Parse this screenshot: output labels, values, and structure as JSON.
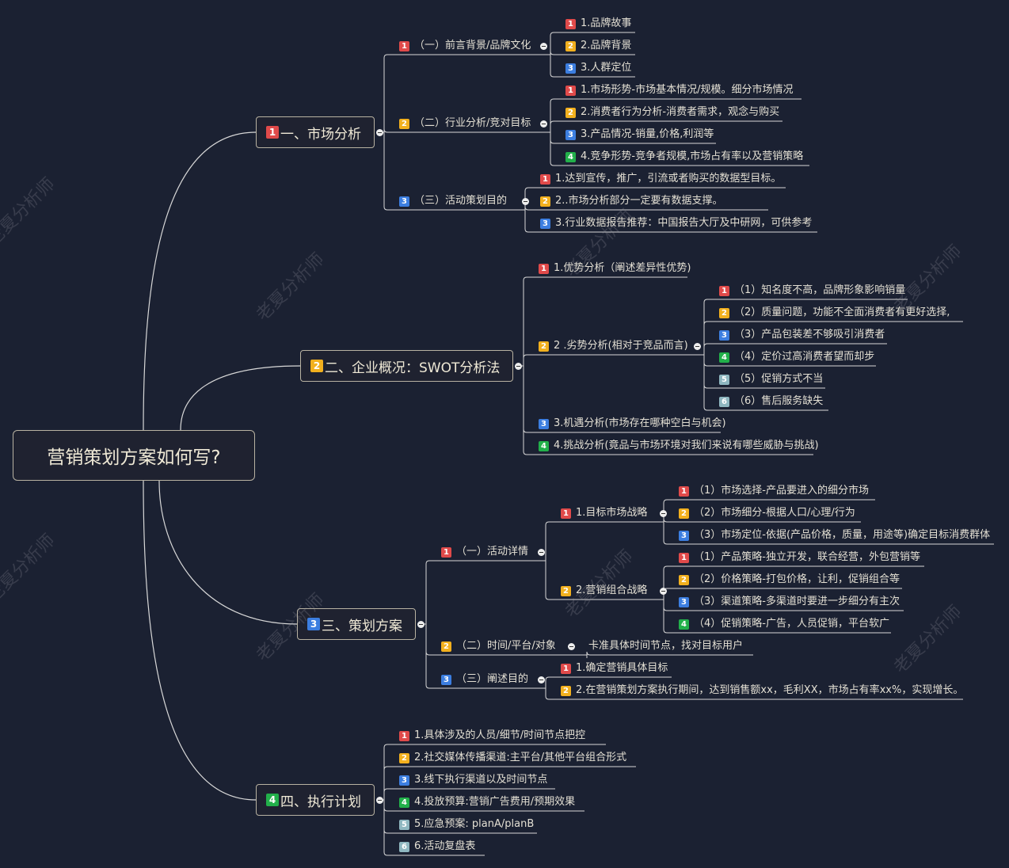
{
  "root": {
    "text": "营销策划方案如何写?"
  },
  "badge_colors": {
    "1": "#e04a4a",
    "2": "#f2b01e",
    "3": "#3c7ee0",
    "4": "#22b04a",
    "5": "#8fb7c0",
    "6": "#8fb7c0"
  },
  "line_color": "#d8d8d8",
  "watermark": "老夏分析师",
  "sections": [
    {
      "badge": "1",
      "text": "一、市场分析",
      "children": [
        {
          "badge": "1",
          "text": "（一）前言背景/品牌文化",
          "children": [
            {
              "badge": "1",
              "text": "1.品牌故事"
            },
            {
              "badge": "2",
              "text": "2.品牌背景"
            },
            {
              "badge": "3",
              "text": "3.人群定位"
            }
          ]
        },
        {
          "badge": "2",
          "text": "（二）行业分析/竞对目标",
          "children": [
            {
              "badge": "1",
              "text": "1.市场形势-市场基本情况/规模。细分市场情况"
            },
            {
              "badge": "2",
              "text": "2.消费者行为分析-消费者需求，观念与购买"
            },
            {
              "badge": "3",
              "text": "3.产品情况-销量,价格,利润等"
            },
            {
              "badge": "4",
              "text": "4.竞争形势-竞争者规模,市场占有率以及营销策略"
            }
          ]
        },
        {
          "badge": "3",
          "text": "（三）活动策划目的",
          "children": [
            {
              "badge": "1",
              "text": "1.达到宣传，推广，引流或者购买的数据型目标。"
            },
            {
              "badge": "2",
              "text": "2..市场分析部分一定要有数据支撑。"
            },
            {
              "badge": "3",
              "text": "3.行业数据报告推荐：中国报告大厅及中研网，可供参考"
            }
          ]
        }
      ]
    },
    {
      "badge": "2",
      "text": "二、企业概况：SWOT分析法",
      "children": [
        {
          "badge": "1",
          "text": "1.优势分析（阐述差异性优势)"
        },
        {
          "badge": "2",
          "text": "2 .劣势分析(相对于竞品而言)",
          "children": [
            {
              "badge": "1",
              "text": "（1）知名度不高，品牌形象影响销量"
            },
            {
              "badge": "2",
              "text": "（2）质量问题，功能不全面消费者有更好选择,"
            },
            {
              "badge": "3",
              "text": "（3）产品包装差不够吸引消费者"
            },
            {
              "badge": "4",
              "text": "（4）定价过高消费者望而却步"
            },
            {
              "badge": "5",
              "text": "（5）促销方式不当"
            },
            {
              "badge": "6",
              "text": "（6）售后服务缺失"
            }
          ]
        },
        {
          "badge": "3",
          "text": "3.机遇分析(市场存在哪种空白与机会)"
        },
        {
          "badge": "4",
          "text": "4.挑战分析(竟品与市场环境对我们来说有哪些威胁与挑战)"
        }
      ]
    },
    {
      "badge": "3",
      "text": "三、策划方案",
      "children": [
        {
          "badge": "1",
          "text": "（一）活动详情",
          "children": [
            {
              "badge": "1",
              "text": "1.目标市场战略",
              "children": [
                {
                  "badge": "1",
                  "text": "（1）市场选择-产品要进入的细分市场"
                },
                {
                  "badge": "2",
                  "text": "（2）市场细分-根据人口/心理/行为"
                },
                {
                  "badge": "3",
                  "text": "（3）市场定位-依据(产品价格，质量，用途等)确定目标消费群体"
                }
              ]
            },
            {
              "badge": "2",
              "text": "2.营销组合战略",
              "children": [
                {
                  "badge": "1",
                  "text": "（1）产品策略-独立开发，联合经营，外包营销等"
                },
                {
                  "badge": "2",
                  "text": "（2）价格策略-打包价格，让利，促销组合等"
                },
                {
                  "badge": "3",
                  "text": "（3）渠道策略-多渠道时要进一步细分有主次"
                },
                {
                  "badge": "4",
                  "text": "（4）促销策略-广告，人员促销，平台软广"
                }
              ]
            }
          ]
        },
        {
          "badge": "2",
          "text": "（二）时间/平台/对象",
          "children": [
            {
              "badge": "",
              "text": "卡准具体时间节点，找对目标用户"
            }
          ]
        },
        {
          "badge": "3",
          "text": "（三）阐述目的",
          "children": [
            {
              "badge": "1",
              "text": "1.确定营销具体目标"
            },
            {
              "badge": "2",
              "text": "2.在营销策划方案执行期间，达到销售额xx，毛利XX，市场占有率xx%，实现增长。"
            }
          ]
        }
      ]
    },
    {
      "badge": "4",
      "text": "四、执行计划",
      "children": [
        {
          "badge": "1",
          "text": "1.具体涉及的人员/细节/时间节点把控"
        },
        {
          "badge": "2",
          "text": "2.社交媒体传播渠道:主平台/其他平台组合形式"
        },
        {
          "badge": "3",
          "text": "3.线下执行渠道以及时间节点"
        },
        {
          "badge": "4",
          "text": "4.投放预算:营销广告费用/预期效果"
        },
        {
          "badge": "5",
          "text": "5.应急预案: planA/planB"
        },
        {
          "badge": "6",
          "text": "6.活动复盘表"
        }
      ]
    }
  ]
}
